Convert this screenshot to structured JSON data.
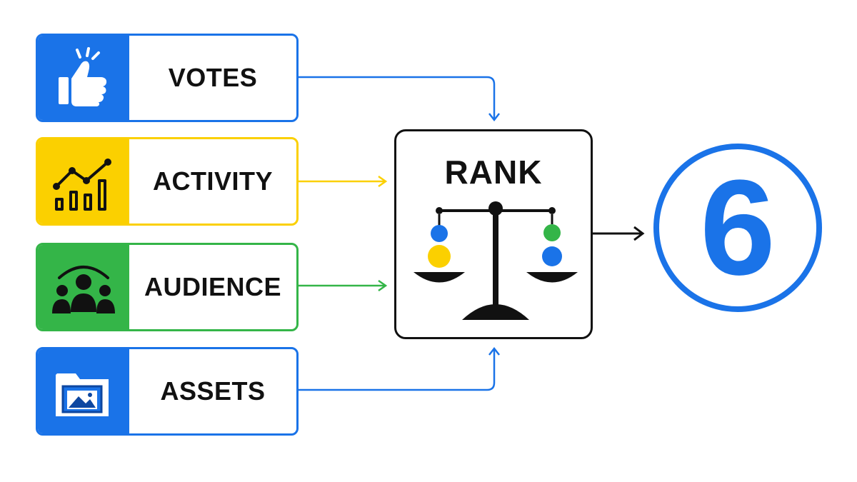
{
  "colors": {
    "blue": "#1a73e8",
    "yellow": "#fbd000",
    "green": "#34b548",
    "dark": "#111111"
  },
  "inputs": [
    {
      "label": "VOTES",
      "icon": "thumbs-up-icon",
      "color": "#1a73e8"
    },
    {
      "label": "ACTIVITY",
      "icon": "growth-chart-icon",
      "color": "#fbd000"
    },
    {
      "label": "AUDIENCE",
      "icon": "people-group-icon",
      "color": "#34b548"
    },
    {
      "label": "ASSETS",
      "icon": "image-folder-icon",
      "color": "#1a73e8"
    }
  ],
  "rank": {
    "title": "RANK",
    "icon": "balance-scale-icon"
  },
  "result": {
    "value": "6"
  }
}
